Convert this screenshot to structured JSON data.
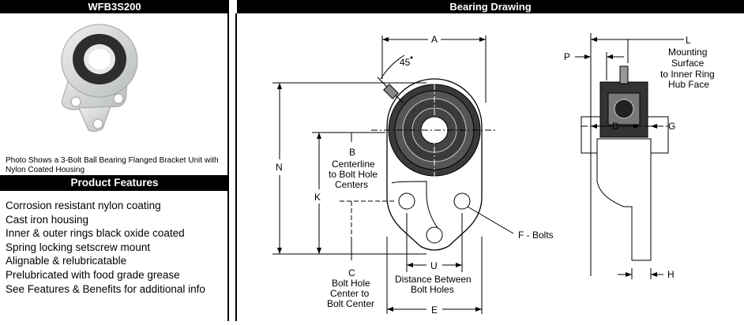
{
  "product_panel": {
    "title": "WFB3S200",
    "photo_caption": "Photo Shows a 3-Bolt Ball Bearing Flanged Bracket Unit with Nylon Coated Housing"
  },
  "features": {
    "title": "Product Features",
    "items": [
      "Corrosion resistant nylon coating",
      "Cast iron housing",
      "Inner & outer rings black oxide coated",
      "Spring locking setscrew mount",
      "Alignable & relubricatable",
      "Prelubricated with food grade grease",
      "See Features & Benefits for additional info"
    ]
  },
  "drawing": {
    "title": "Bearing Drawing",
    "labels": {
      "A": "A",
      "angle": "45",
      "N": "N",
      "B": "B",
      "centerline": "Centerline",
      "to_bolt_hole": "to Bolt Hole",
      "centers": "Centers",
      "K": "K",
      "C": "C",
      "bolt_hole": "Bolt Hole",
      "center_to": "Center to",
      "bolt_center": "Bolt Center",
      "U": "U",
      "distance_between": "Distance Between",
      "bolt_holes": "Bolt Holes",
      "E": "E",
      "F_bolts": "F - Bolts",
      "L": "L",
      "mounting": "Mounting",
      "surface": "Surface",
      "to_inner_ring": "to Inner Ring",
      "hub_face": "Hub Face",
      "P": "P",
      "D": "D",
      "G": "G",
      "H": "H"
    }
  },
  "colors": {
    "bar_bg": "#000000",
    "bar_text": "#ffffff",
    "housing": "#d9dcd8",
    "bearing": "#2b2b2b"
  }
}
